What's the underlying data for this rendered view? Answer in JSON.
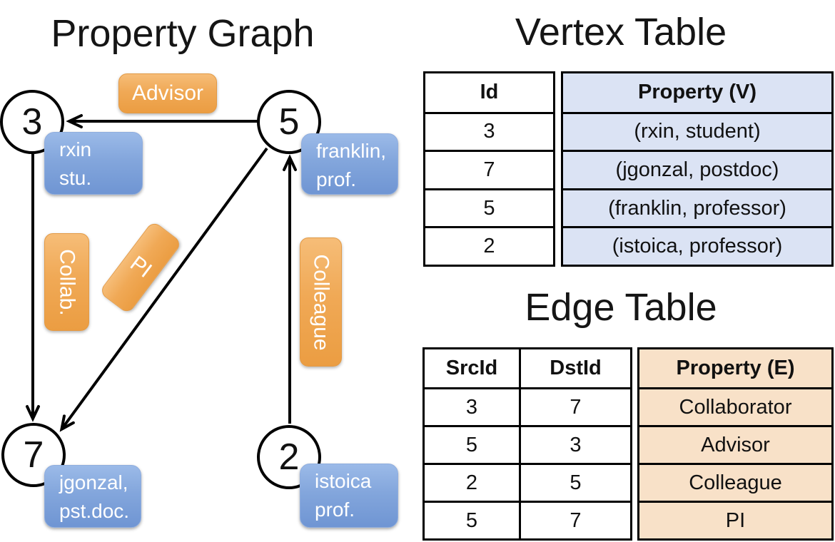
{
  "graph": {
    "title": "Property Graph",
    "nodes": [
      {
        "id": "3",
        "line1": "rxin",
        "line2": "stu."
      },
      {
        "id": "5",
        "line1": "franklin,",
        "line2": "prof."
      },
      {
        "id": "7",
        "line1": "jgonzal,",
        "line2": "pst.doc."
      },
      {
        "id": "2",
        "line1": "istoica",
        "line2": "prof."
      }
    ],
    "edge_labels": {
      "advisor": "Advisor",
      "collab": "Collab.",
      "pi": "PI",
      "colleague": "Colleague"
    }
  },
  "vertex_table": {
    "title": "Vertex Table",
    "columns": {
      "id": "Id",
      "property": "Property (V)"
    },
    "rows": [
      {
        "id": "3",
        "property": "(rxin, student)"
      },
      {
        "id": "7",
        "property": "(jgonzal, postdoc)"
      },
      {
        "id": "5",
        "property": "(franklin, professor)"
      },
      {
        "id": "2",
        "property": "(istoica, professor)"
      }
    ]
  },
  "edge_table": {
    "title": "Edge Table",
    "columns": {
      "src": "SrcId",
      "dst": "DstId",
      "property": "Property (E)"
    },
    "rows": [
      {
        "src": "3",
        "dst": "7",
        "property": "Collaborator"
      },
      {
        "src": "5",
        "dst": "3",
        "property": "Advisor"
      },
      {
        "src": "2",
        "dst": "5",
        "property": "Colleague"
      },
      {
        "src": "5",
        "dst": "7",
        "property": "PI"
      }
    ]
  },
  "colors": {
    "edge_label_fill_top": "#f6bd78",
    "edge_label_fill_bottom": "#eb9d42",
    "vertex_box_fill_top": "#9bbae8",
    "vertex_box_fill_bottom": "#6f95d3",
    "vertex_table_property_fill": "#dbe3f4",
    "edge_table_property_fill": "#f8e1c8",
    "line_color": "#000000",
    "text_on_boxes": "#ffffff"
  }
}
